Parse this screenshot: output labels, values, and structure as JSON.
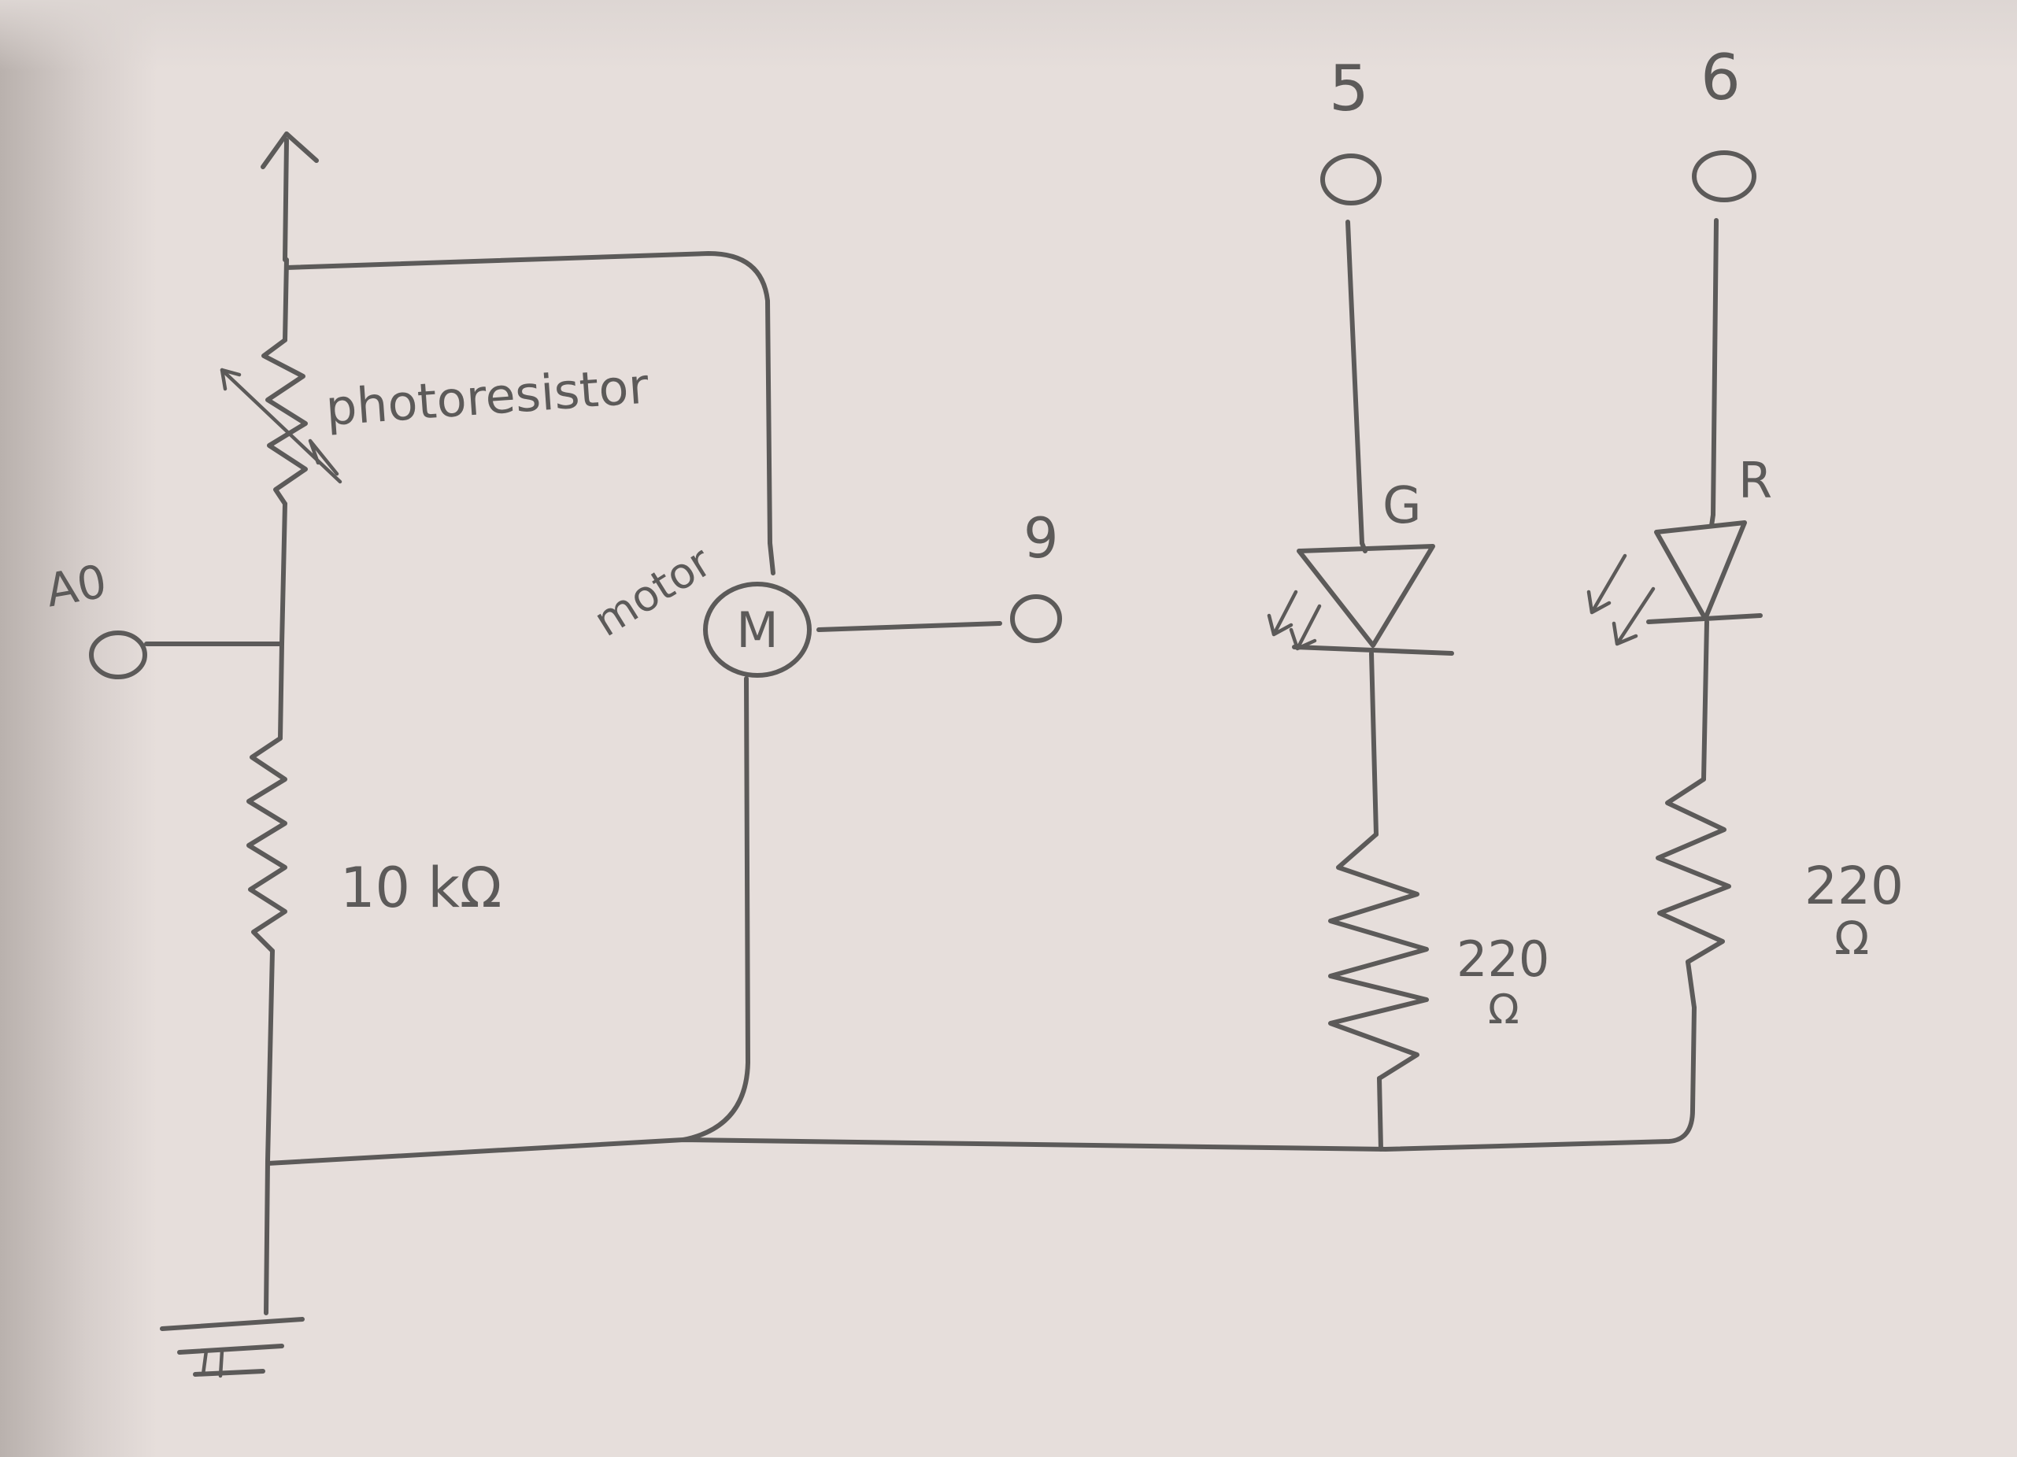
{
  "labels": {
    "analog_pin": "A0",
    "photoresistor": "photoresistor",
    "resistor_10k": "10 kΩ",
    "motor_word": "motor",
    "motor_symbol": "M",
    "pin_motor": "9",
    "pin_green": "5",
    "pin_red": "6",
    "led_green": "G",
    "led_red": "R",
    "res_green_value": "220",
    "res_green_unit": "Ω",
    "res_red_value": "220",
    "res_red_unit": "Ω"
  },
  "colors": {
    "paper": "#e6dedb",
    "pencil": "#5c5a59"
  }
}
